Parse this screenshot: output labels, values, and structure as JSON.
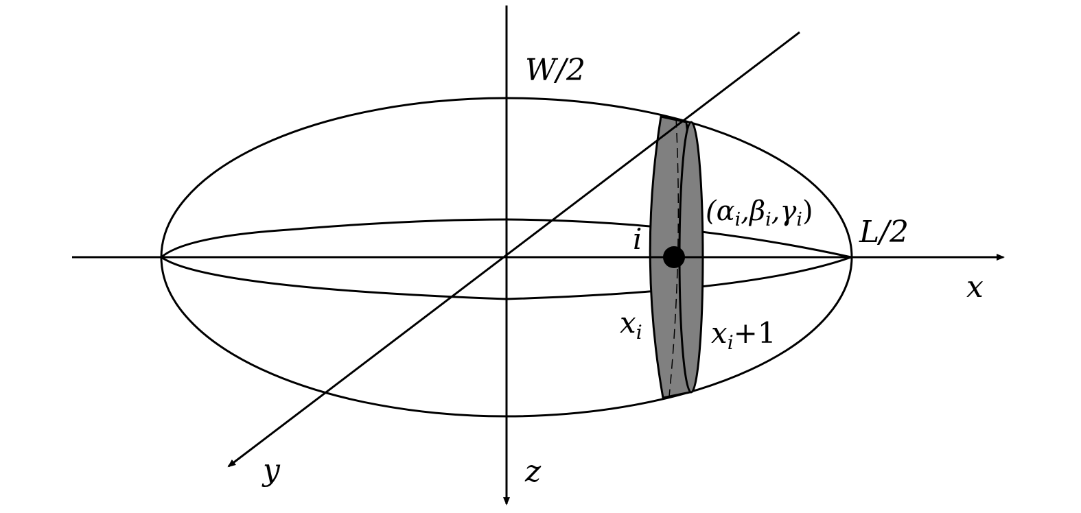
{
  "labels": {
    "half_width": "W/2",
    "half_length": "L/2",
    "x_axis": "x",
    "y_axis": "y",
    "z_axis": "z",
    "element_index": "i",
    "element_coords": "(α",
    "element_coords_sub_alpha": "i",
    "element_coords_beta": ",β",
    "element_coords_sub_beta": "i",
    "element_coords_gamma": ",γ",
    "element_coords_sub_gamma": "i",
    "element_coords_close": ")",
    "left_face": "x",
    "left_face_sub": "i",
    "right_face": "x",
    "right_face_sub": "i",
    "right_face_suffix": "+1"
  },
  "colors": {
    "stroke": "#000000",
    "slice_fill": "#808080",
    "background": "#ffffff"
  },
  "shape": "ellipsoid"
}
